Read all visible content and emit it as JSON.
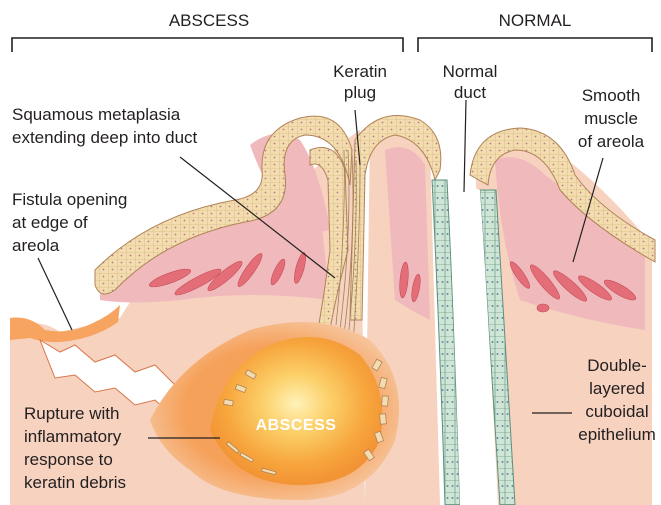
{
  "headers": {
    "abscess": "ABSCESS",
    "normal": "NORMAL"
  },
  "labels": {
    "keratin_plug": [
      "Keratin",
      "plug"
    ],
    "normal_duct": [
      "Normal",
      "duct"
    ],
    "smooth_muscle": [
      "Smooth",
      "muscle",
      "of areola"
    ],
    "squamous_metaplasia": [
      "Squamous metaplasia",
      "extending deep into duct"
    ],
    "fistula_opening": [
      "Fistula opening",
      "at edge of",
      "areola"
    ],
    "rupture": [
      "Rupture with",
      "inflammatory",
      "response to",
      "keratin debris"
    ],
    "double_layered": [
      "Double-",
      "layered",
      "cuboidal",
      "epithelium"
    ],
    "abscess_center": "ABSCESS"
  },
  "colors": {
    "skin": "#f6d2bf",
    "dermis_pink": "#f0b9bb",
    "epithelium": "#f3ddb0",
    "muscle": "#e46e78",
    "duct_cells": "#cfe6d6",
    "abscess_core": "#f9b040",
    "abscess_halo": "#f6a45f",
    "line": "#231f20"
  }
}
